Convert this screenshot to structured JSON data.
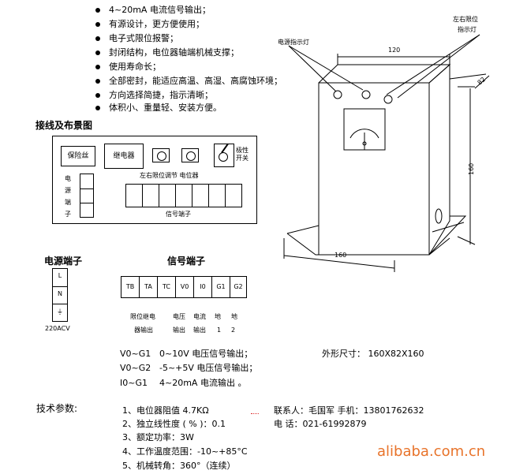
{
  "features": [
    "4~20mA 电流信号输出；",
    "有源设计，更方便使用；",
    "电子式限位报警；",
    "封闭结构，电位器轴端机械支撑；",
    "使用寿命长；",
    "全部密封，能适应高温、高湿、高腐蚀环境；",
    "方向选择简捷，指示清晰；",
    "体积小、重量轻、安装方便。"
  ],
  "wiring_heading": "接线及布景图",
  "panel": {
    "fuse": "保险丝",
    "relay": "继电器",
    "selector": "极性\n开关",
    "power_terminal": "电\n源\n端\n子",
    "pot_label": "左右限位调节 电位器",
    "signal_terminal": "信号端子"
  },
  "power_terminal": {
    "title": "电源端子",
    "cells": [
      "L",
      "N",
      "⏚"
    ],
    "caption": "220ACV"
  },
  "signal_terminal": {
    "title": "信号端子",
    "cells": [
      "TB",
      "TA",
      "TC",
      "V0",
      "I0",
      "G1",
      "G2"
    ],
    "captions_row1": [
      "限位继电",
      "电压",
      "电流",
      "地",
      "地"
    ],
    "captions_row2": [
      "器输出",
      "输出",
      "输出",
      "1",
      "2"
    ]
  },
  "signals": [
    {
      "pins": "V0~G1",
      "desc": "0~10V 电压信号输出；"
    },
    {
      "pins": "V0~G2",
      "desc": "-5~+5V 电压信号输出；"
    },
    {
      "pins": "I0~G1",
      "desc": "4~20mA 电流输出 。"
    }
  ],
  "size_label": "外形尺寸：  160X82X160",
  "specs_heading": "技术参数:",
  "specs": [
    "1、电位器阻值 4.7KΩ",
    "2、独立线性度 ( % )：0.1",
    "3、额定功率：3W",
    "4、工作温度范围：-10~+85°C",
    "5、机械转角：360°（连续）"
  ],
  "contact": {
    "person": "联系人：毛国军  手机：13801762632",
    "phone": "电    话：021-61992879"
  },
  "drawing": {
    "power_light": "电源指示灯",
    "limit_light": "左右限位\n指示灯",
    "dim_width": "120",
    "dim_depth": "82",
    "dim_height": "160",
    "dim_base": "160"
  },
  "watermark": "alibaba.com.cn"
}
